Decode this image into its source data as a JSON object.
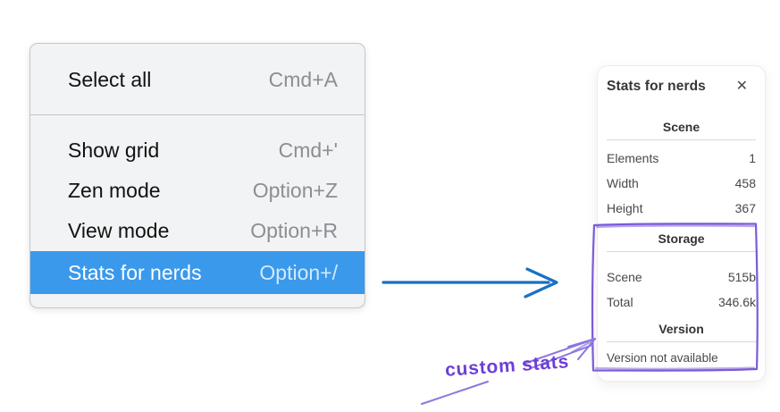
{
  "menu": {
    "items": [
      {
        "label": "Select all",
        "shortcut": "Cmd+A"
      },
      {
        "label": "Show grid",
        "shortcut": "Cmd+'"
      },
      {
        "label": "Zen mode",
        "shortcut": "Option+Z"
      },
      {
        "label": "View mode",
        "shortcut": "Option+R"
      },
      {
        "label": "Stats for nerds",
        "shortcut": "Option+/",
        "highlighted": true
      }
    ],
    "highlight_color": "#3b99ec"
  },
  "stats_panel": {
    "title": "Stats for nerds",
    "close_glyph": "✕",
    "sections": [
      {
        "header": "Scene",
        "rows": [
          {
            "label": "Elements",
            "value": "1"
          },
          {
            "label": "Width",
            "value": "458"
          },
          {
            "label": "Height",
            "value": "367"
          }
        ]
      },
      {
        "header": "Storage",
        "rows": [
          {
            "label": "Scene",
            "value": "515b"
          },
          {
            "label": "Total",
            "value": "346.6k"
          }
        ]
      },
      {
        "header": "Version",
        "rows": [],
        "note": "Version not available"
      }
    ]
  },
  "annotation": {
    "label": "custom stats",
    "color": "#6b3fd6",
    "box_color": "#7a5cd6"
  },
  "pointer_arrow": {
    "color": "#1971c2"
  }
}
